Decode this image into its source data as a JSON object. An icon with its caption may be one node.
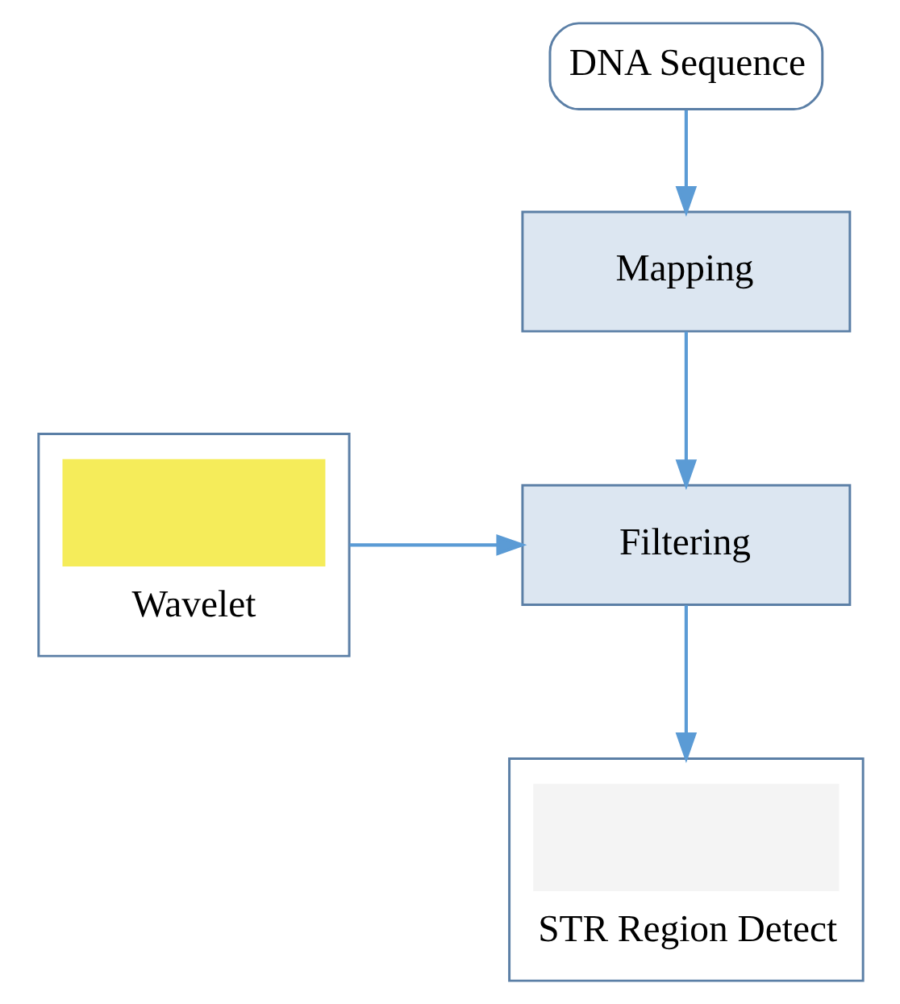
{
  "diagram": {
    "nodes": [
      {
        "text": [
          "DNA Sequence"
        ]
      },
      {
        "text": [
          "Mapping"
        ]
      },
      {
        "text": [
          "Filtering"
        ]
      },
      {
        "text": [
          "Wavelet"
        ]
      },
      {
        "text": [
          "STR Region Detect"
        ]
      }
    ],
    "edges": [
      {
        "from": 0,
        "to": 1,
        "arrow": "to"
      },
      {
        "from": 1,
        "to": 2,
        "arrow": "to"
      },
      {
        "from": 3,
        "to": 2,
        "arrow": "to"
      },
      {
        "from": 2,
        "to": 4,
        "arrow": "to"
      }
    ]
  }
}
